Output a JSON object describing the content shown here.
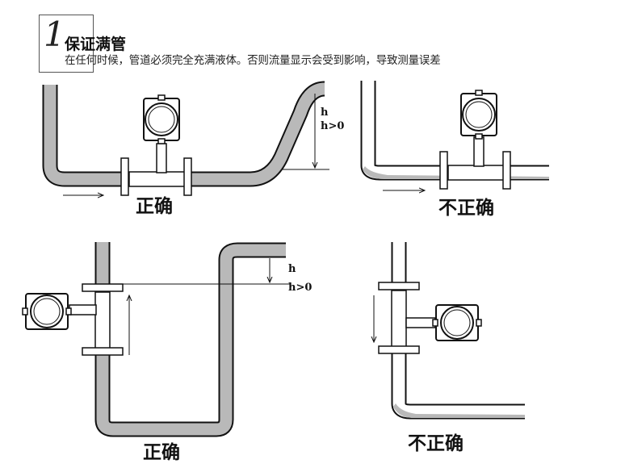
{
  "header": {
    "step_number": "1",
    "title": "保证满管",
    "subtitle": "在任何时候，管道必须完全充满液体。否则流量显示会受到影响，导致测量误差"
  },
  "panels": [
    {
      "id": "top-left",
      "orientation": "horizontal",
      "verdict": "正确",
      "h_label": "h",
      "h_condition": "h>0"
    },
    {
      "id": "top-right",
      "orientation": "horizontal",
      "verdict": "不正确"
    },
    {
      "id": "bottom-left",
      "orientation": "vertical",
      "verdict": "正确",
      "h_label": "h",
      "h_condition": "h>0"
    },
    {
      "id": "bottom-right",
      "orientation": "vertical",
      "verdict": "不正确"
    }
  ],
  "colors": {
    "pipe_fill": "#b9b9b9",
    "outline": "#1a1a1a",
    "meter_fill": "#ffffff"
  }
}
